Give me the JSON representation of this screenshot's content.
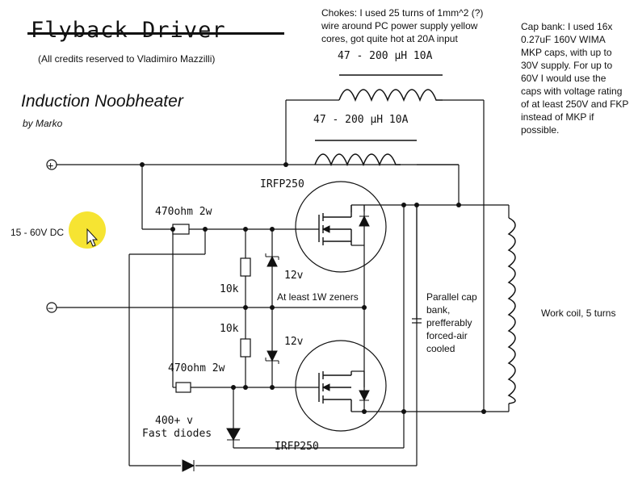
{
  "header": {
    "struck_title": "Flyback Driver",
    "credits": "(All credits reserved to Vladimiro Mazzilli)",
    "title": "Induction Noobheater",
    "byline": "by Marko"
  },
  "notes": {
    "chokes": [
      "Chokes: I used 25 turns of 1mm^2 (?)",
      "wire around PC power supply yellow",
      "cores, got quite hot at 20A input"
    ],
    "cap_bank": [
      "Cap bank: I used 16x",
      "0.27uF 160V WIMA",
      "MKP caps, with up to",
      "30V supply. For up to",
      "60V I would use the",
      "caps with voltage rating",
      "of at least 250V and FKP",
      "instead of MKP if",
      "possible."
    ],
    "parallel_cap": [
      "Parallel cap",
      "bank,",
      "prefferably",
      "forced-air",
      "cooled"
    ],
    "work_coil": "Work coil, 5 turns",
    "zeners": "At least 1W zeners"
  },
  "labels": {
    "choke_top": "47 - 200 µH 10A",
    "choke_bottom": "47 - 200 µH 10A",
    "mosfet_top": "IRFP250",
    "mosfet_bottom": "IRFP250",
    "res_top": "470ohm 2w",
    "res_bottom": "470ohm 2w",
    "res_10k_top": "10k",
    "res_10k_bottom": "10k",
    "zener_top": "12v",
    "zener_bottom": "12v",
    "diodes_line1": "400+ v",
    "diodes_line2": "Fast diodes",
    "supply": "15 - 60V DC",
    "plus": "+",
    "minus": "−"
  },
  "colors": {
    "wire": "#111111",
    "highlight": "#f5e11c"
  }
}
